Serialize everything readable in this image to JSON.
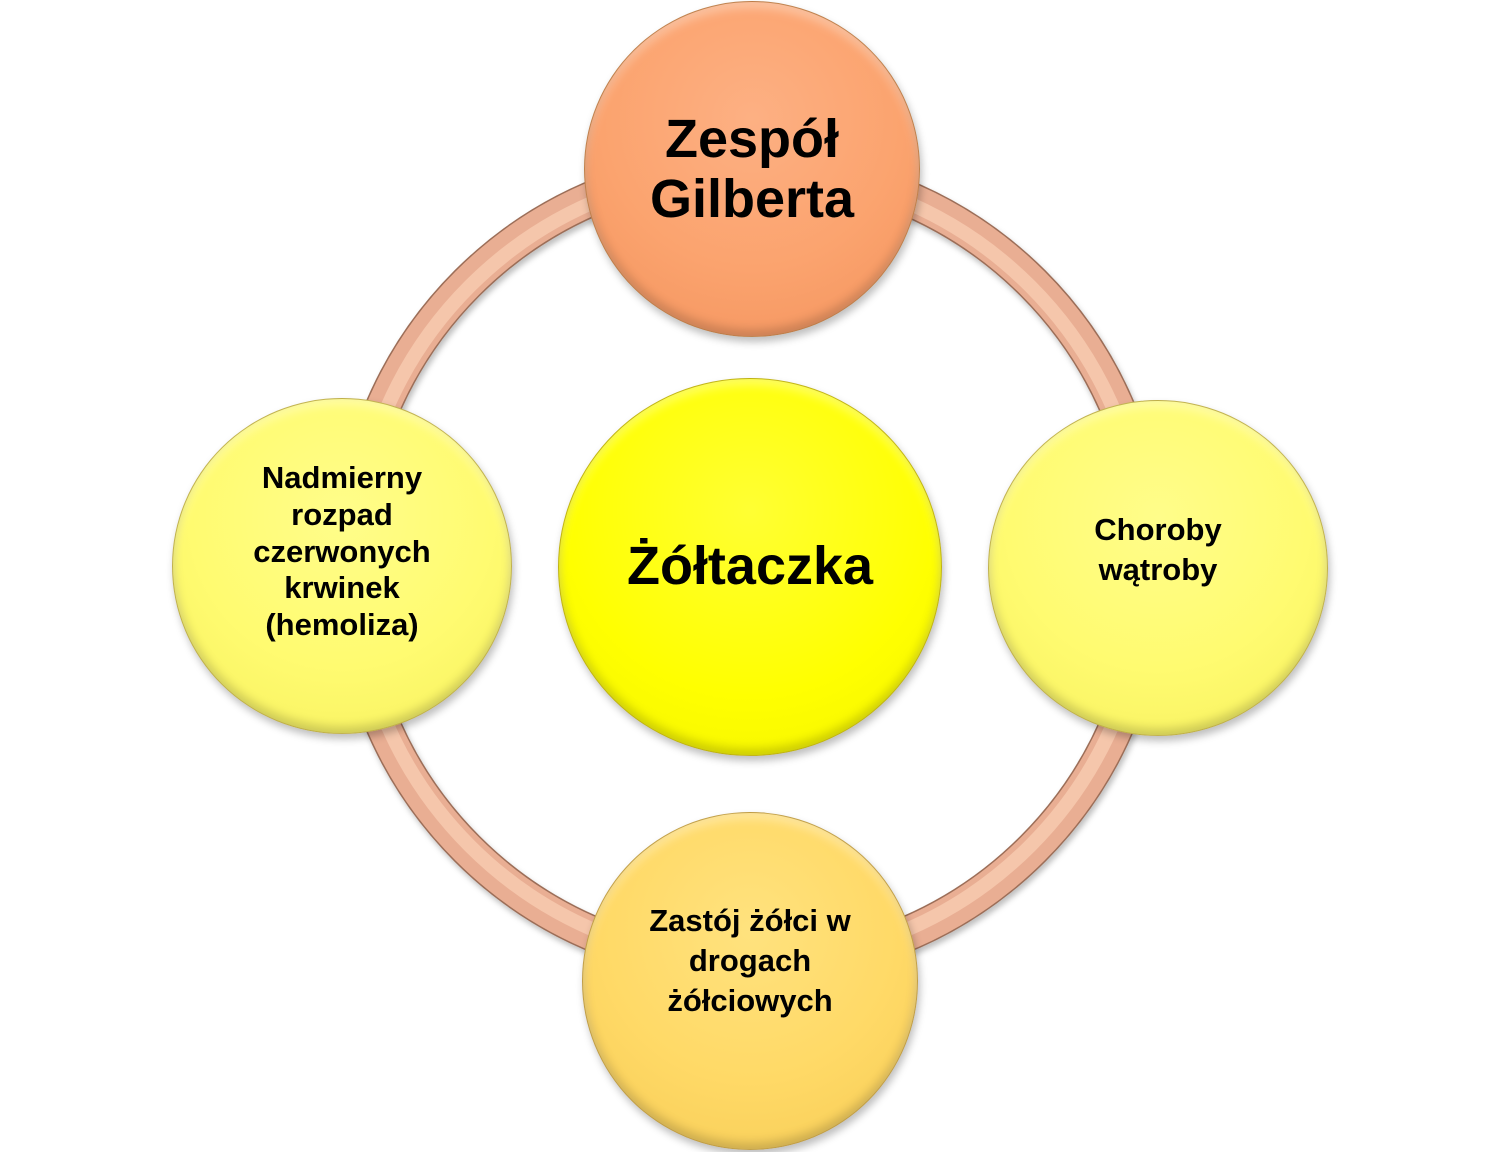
{
  "diagram": {
    "type": "radial-cycle",
    "center": {
      "label": "Żółtaczka",
      "color": "#FFFF00"
    },
    "nodes": [
      {
        "position": "top",
        "label": "Zespół\nGilberta",
        "color": "#FBA36E"
      },
      {
        "position": "right",
        "label": "Choroby\nwątroby",
        "color": "#FFFB70"
      },
      {
        "position": "bottom",
        "label": "Zastój żółci w\ndrogach\nżółciowych",
        "color": "#FFD966"
      },
      {
        "position": "left",
        "label": "Nadmierny\nrozpad\nczerwonych\nkrwinek\n(hemoliza)",
        "color": "#FFFB70"
      }
    ],
    "ring": {
      "color": "#F5BFA0",
      "shade": "#E0A488"
    }
  }
}
